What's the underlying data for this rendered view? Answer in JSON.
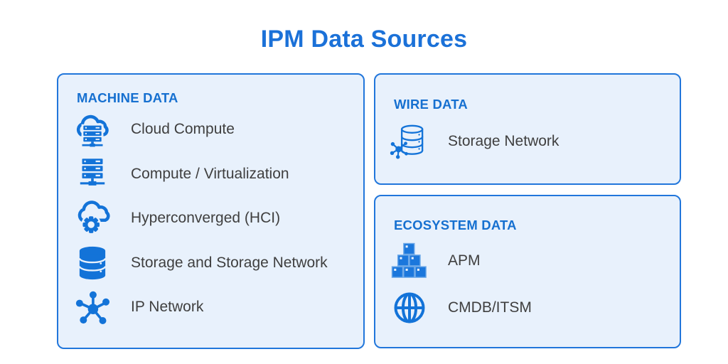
{
  "title": "IPM Data Sources",
  "colors": {
    "accent_blue": "#1b71d8",
    "header_blue": "#1670d0",
    "icon_blue": "#1373d8",
    "panel_fill": "#e8f1fc",
    "panel_border": "#2176db",
    "item_text": "#3f3f3f"
  },
  "panels": [
    {
      "header": "MACHINE DATA",
      "items": [
        {
          "icon": "cloud-compute-icon",
          "label": "Cloud Compute"
        },
        {
          "icon": "server-stack-icon",
          "label": "Compute / Virtualization"
        },
        {
          "icon": "cloud-gear-icon",
          "label": "Hyperconverged (HCI)"
        },
        {
          "icon": "database-icon",
          "label": "Storage and Storage Network"
        },
        {
          "icon": "network-hub-icon",
          "label": "IP Network"
        }
      ]
    },
    {
      "header": "WIRE DATA",
      "items": [
        {
          "icon": "database-network-icon",
          "label": "Storage Network"
        }
      ]
    },
    {
      "header": "ECOSYSTEM DATA",
      "items": [
        {
          "icon": "blocks-pyramid-icon",
          "label": "APM"
        },
        {
          "icon": "globe-icon",
          "label": "CMDB/ITSM"
        }
      ]
    }
  ]
}
